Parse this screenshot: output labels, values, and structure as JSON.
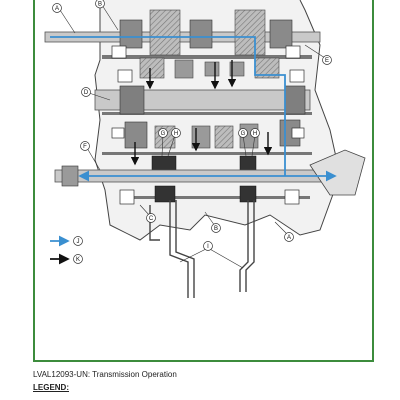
{
  "figure": {
    "caption": "LVAL12093-UN: Transmission Operation",
    "legend_title": "LEGEND:"
  },
  "callouts": {
    "A": "A",
    "B": "B",
    "C": "C",
    "D": "D",
    "E": "E",
    "F": "F",
    "G": "G",
    "H": "H",
    "I": "I",
    "J": "J",
    "K": "K"
  },
  "colors": {
    "flow": "#3a8fd0",
    "frame": "#3c8c3c",
    "metal_dark": "#6e6e6e",
    "metal_mid": "#a8a8a8",
    "metal_light": "#d6d6d6"
  }
}
